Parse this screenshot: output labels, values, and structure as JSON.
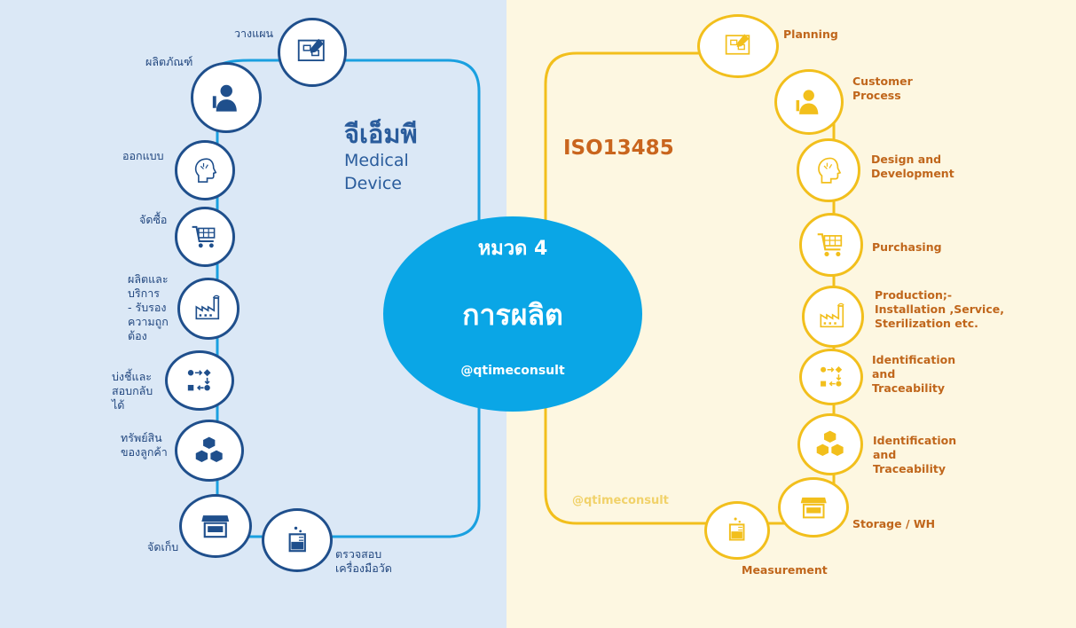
{
  "colors": {
    "left_bg": "#dbe8f6",
    "right_bg": "#fdf7e1",
    "left_accent": "#1f4f8c",
    "left_line": "#1aa0e0",
    "right_accent": "#f2bf1c",
    "right_text": "#c0661b",
    "center": "#0aa6e6"
  },
  "left": {
    "title_th": "จีเอ็มพี",
    "title_en": "Medical\nDevice",
    "nodes": [
      {
        "label": "วางแผน",
        "icon": "blueprint-icon"
      },
      {
        "label": "ผลิตภัณฑ์",
        "icon": "customer-icon"
      },
      {
        "label": "ออกแบบ",
        "icon": "brain-icon"
      },
      {
        "label": "จัดซื้อ",
        "icon": "cart-icon"
      },
      {
        "label": "ผลิตและ\nบริการ\n- รับรอง\nความถูก\nต้อง",
        "icon": "factory-icon"
      },
      {
        "label": "บ่งชี้และ\nสอบกลับ\nได้",
        "icon": "flow-icon"
      },
      {
        "label": "ทรัพย์สิน\nของลูกค้า",
        "icon": "boxes-icon"
      },
      {
        "label": "จัดเก็บ",
        "icon": "store-icon"
      },
      {
        "label": "ตรวจสอบ\nเครื่องมือวัด",
        "icon": "beaker-icon"
      }
    ]
  },
  "center": {
    "chapter": "หมวด 4",
    "title": "การผลิต",
    "handle": "@qtimeconsult"
  },
  "right": {
    "title": "ISO13485",
    "watermark": "@qtimeconsult",
    "nodes": [
      {
        "label": "Planning",
        "icon": "blueprint-icon"
      },
      {
        "label": "Customer\nProcess",
        "icon": "customer-icon"
      },
      {
        "label": "Design and\nDevelopment",
        "icon": "brain-icon"
      },
      {
        "label": "Purchasing",
        "icon": "cart-icon"
      },
      {
        "label": "Production;-\nInstallation ,Service,\nSterilization etc.",
        "icon": "factory-icon"
      },
      {
        "label": "Identification\nand\nTraceability",
        "icon": "flow-icon"
      },
      {
        "label": "Identification\nand\nTraceability",
        "icon": "boxes-icon"
      },
      {
        "label": "Storage / WH",
        "icon": "store-icon"
      },
      {
        "label": "Measurement",
        "icon": "beaker-icon"
      }
    ]
  }
}
